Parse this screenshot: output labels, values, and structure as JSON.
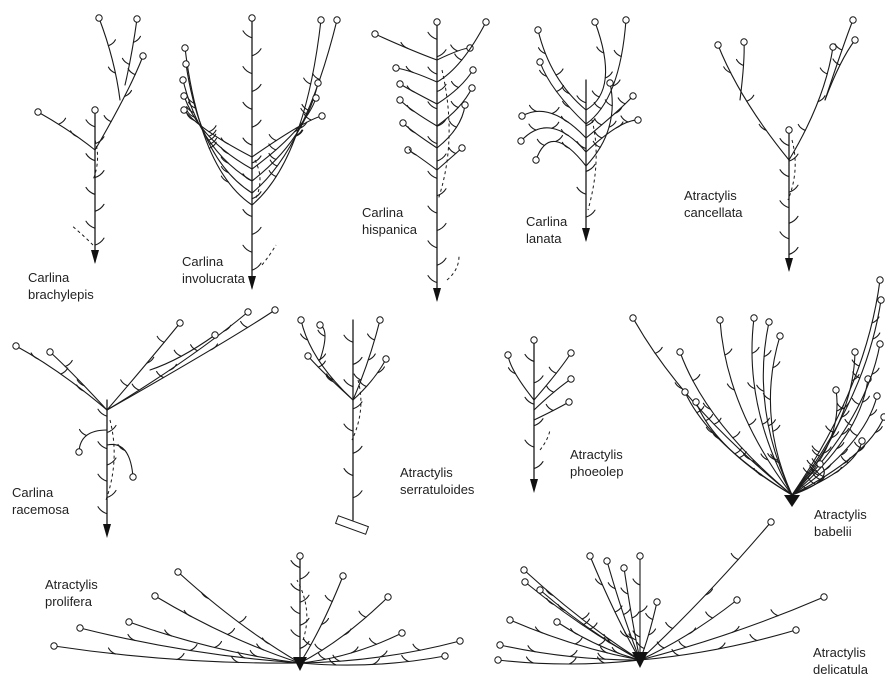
{
  "figure": {
    "labels": [
      {
        "id": "carlina-brachylepis",
        "genus": "Carlina",
        "species": "brachylepis"
      },
      {
        "id": "carlina-involucrata",
        "genus": "Carlina",
        "species": "involucrata"
      },
      {
        "id": "carlina-hispanica",
        "genus": "Carlina",
        "species": "hispanica"
      },
      {
        "id": "carlina-lanata",
        "genus": "Carlina",
        "species": "lanata"
      },
      {
        "id": "atractylis-cancellata",
        "genus": "Atractylis",
        "species": "cancellata"
      },
      {
        "id": "carlina-racemosa",
        "genus": "Carlina",
        "species": "racemosa"
      },
      {
        "id": "atractylis-serratuloides",
        "genus": "Atractylis",
        "species": "serratuloides"
      },
      {
        "id": "atractylis-phoeolepis",
        "genus": "Atractylis",
        "species": "phoeolep"
      },
      {
        "id": "atractylis-babelii",
        "genus": "Atractylis",
        "species": "babelii"
      },
      {
        "id": "atractylis-prolifera",
        "genus": "Atractylis",
        "species": "prolifera"
      },
      {
        "id": "atractylis-delicatula",
        "genus": "Atractylis",
        "species": "delicatula"
      }
    ]
  }
}
